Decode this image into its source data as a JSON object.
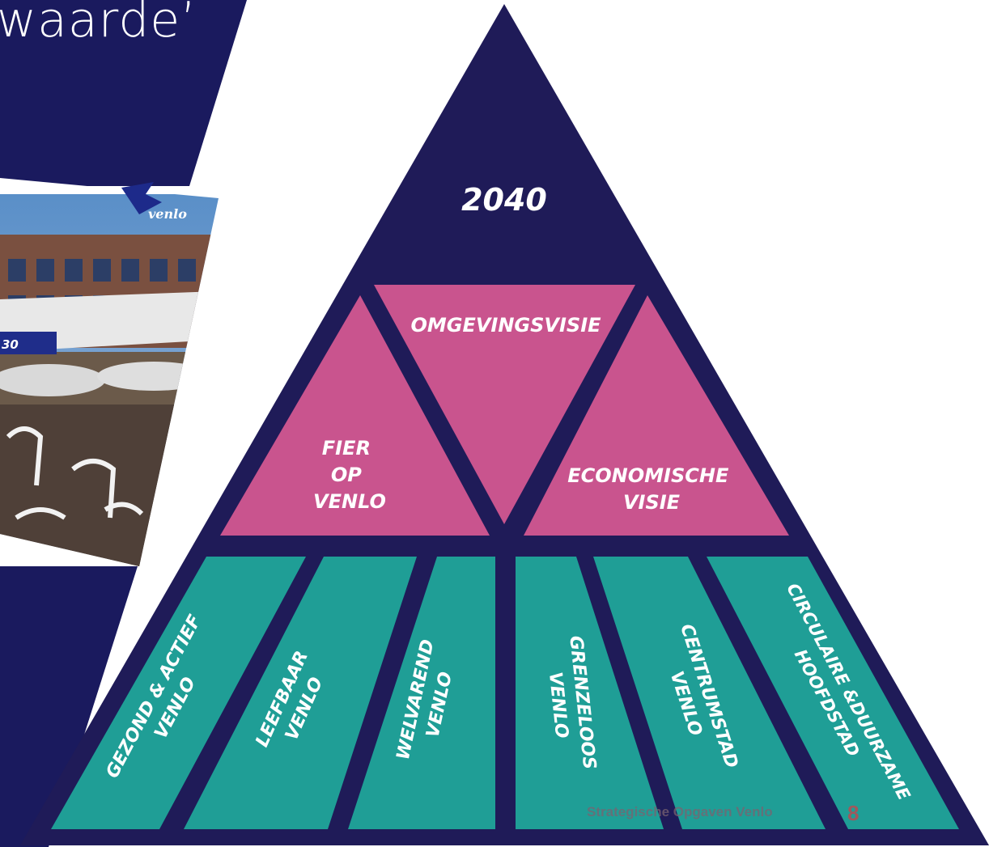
{
  "slide": {
    "heading_fragment": "waarde’",
    "footer_text": "Strategische Opgaven Venlo",
    "page_number": "8"
  },
  "brochure": {
    "logo_text": "venlo",
    "badge_text": "30"
  },
  "pyramid": {
    "apex": {
      "label": "2040"
    },
    "middle": [
      {
        "lines": [
          "FIER",
          "OP",
          "VENLO"
        ]
      },
      {
        "lines": [
          "OMGEVINGSVISIE"
        ]
      },
      {
        "lines": [
          "ECONOMISCHE",
          "VISIE"
        ]
      }
    ],
    "pillars": [
      {
        "lines": [
          "GEZOND & ACTIEF",
          "VENLO"
        ]
      },
      {
        "lines": [
          "LEEFBAAR",
          "VENLO"
        ]
      },
      {
        "lines": [
          "WELVAREND",
          "VENLO"
        ]
      },
      {
        "lines": [
          "GRENZELOOS",
          "VENLO"
        ]
      },
      {
        "lines": [
          "CENTRUMSTAD",
          "VENLO"
        ]
      },
      {
        "lines": [
          "CIRCULAIRE &DUURZAME",
          "HOOFDSTAD"
        ]
      }
    ]
  },
  "colors": {
    "navy": "#1f1b58",
    "pink": "#c9548e",
    "teal": "#1f9e96"
  }
}
